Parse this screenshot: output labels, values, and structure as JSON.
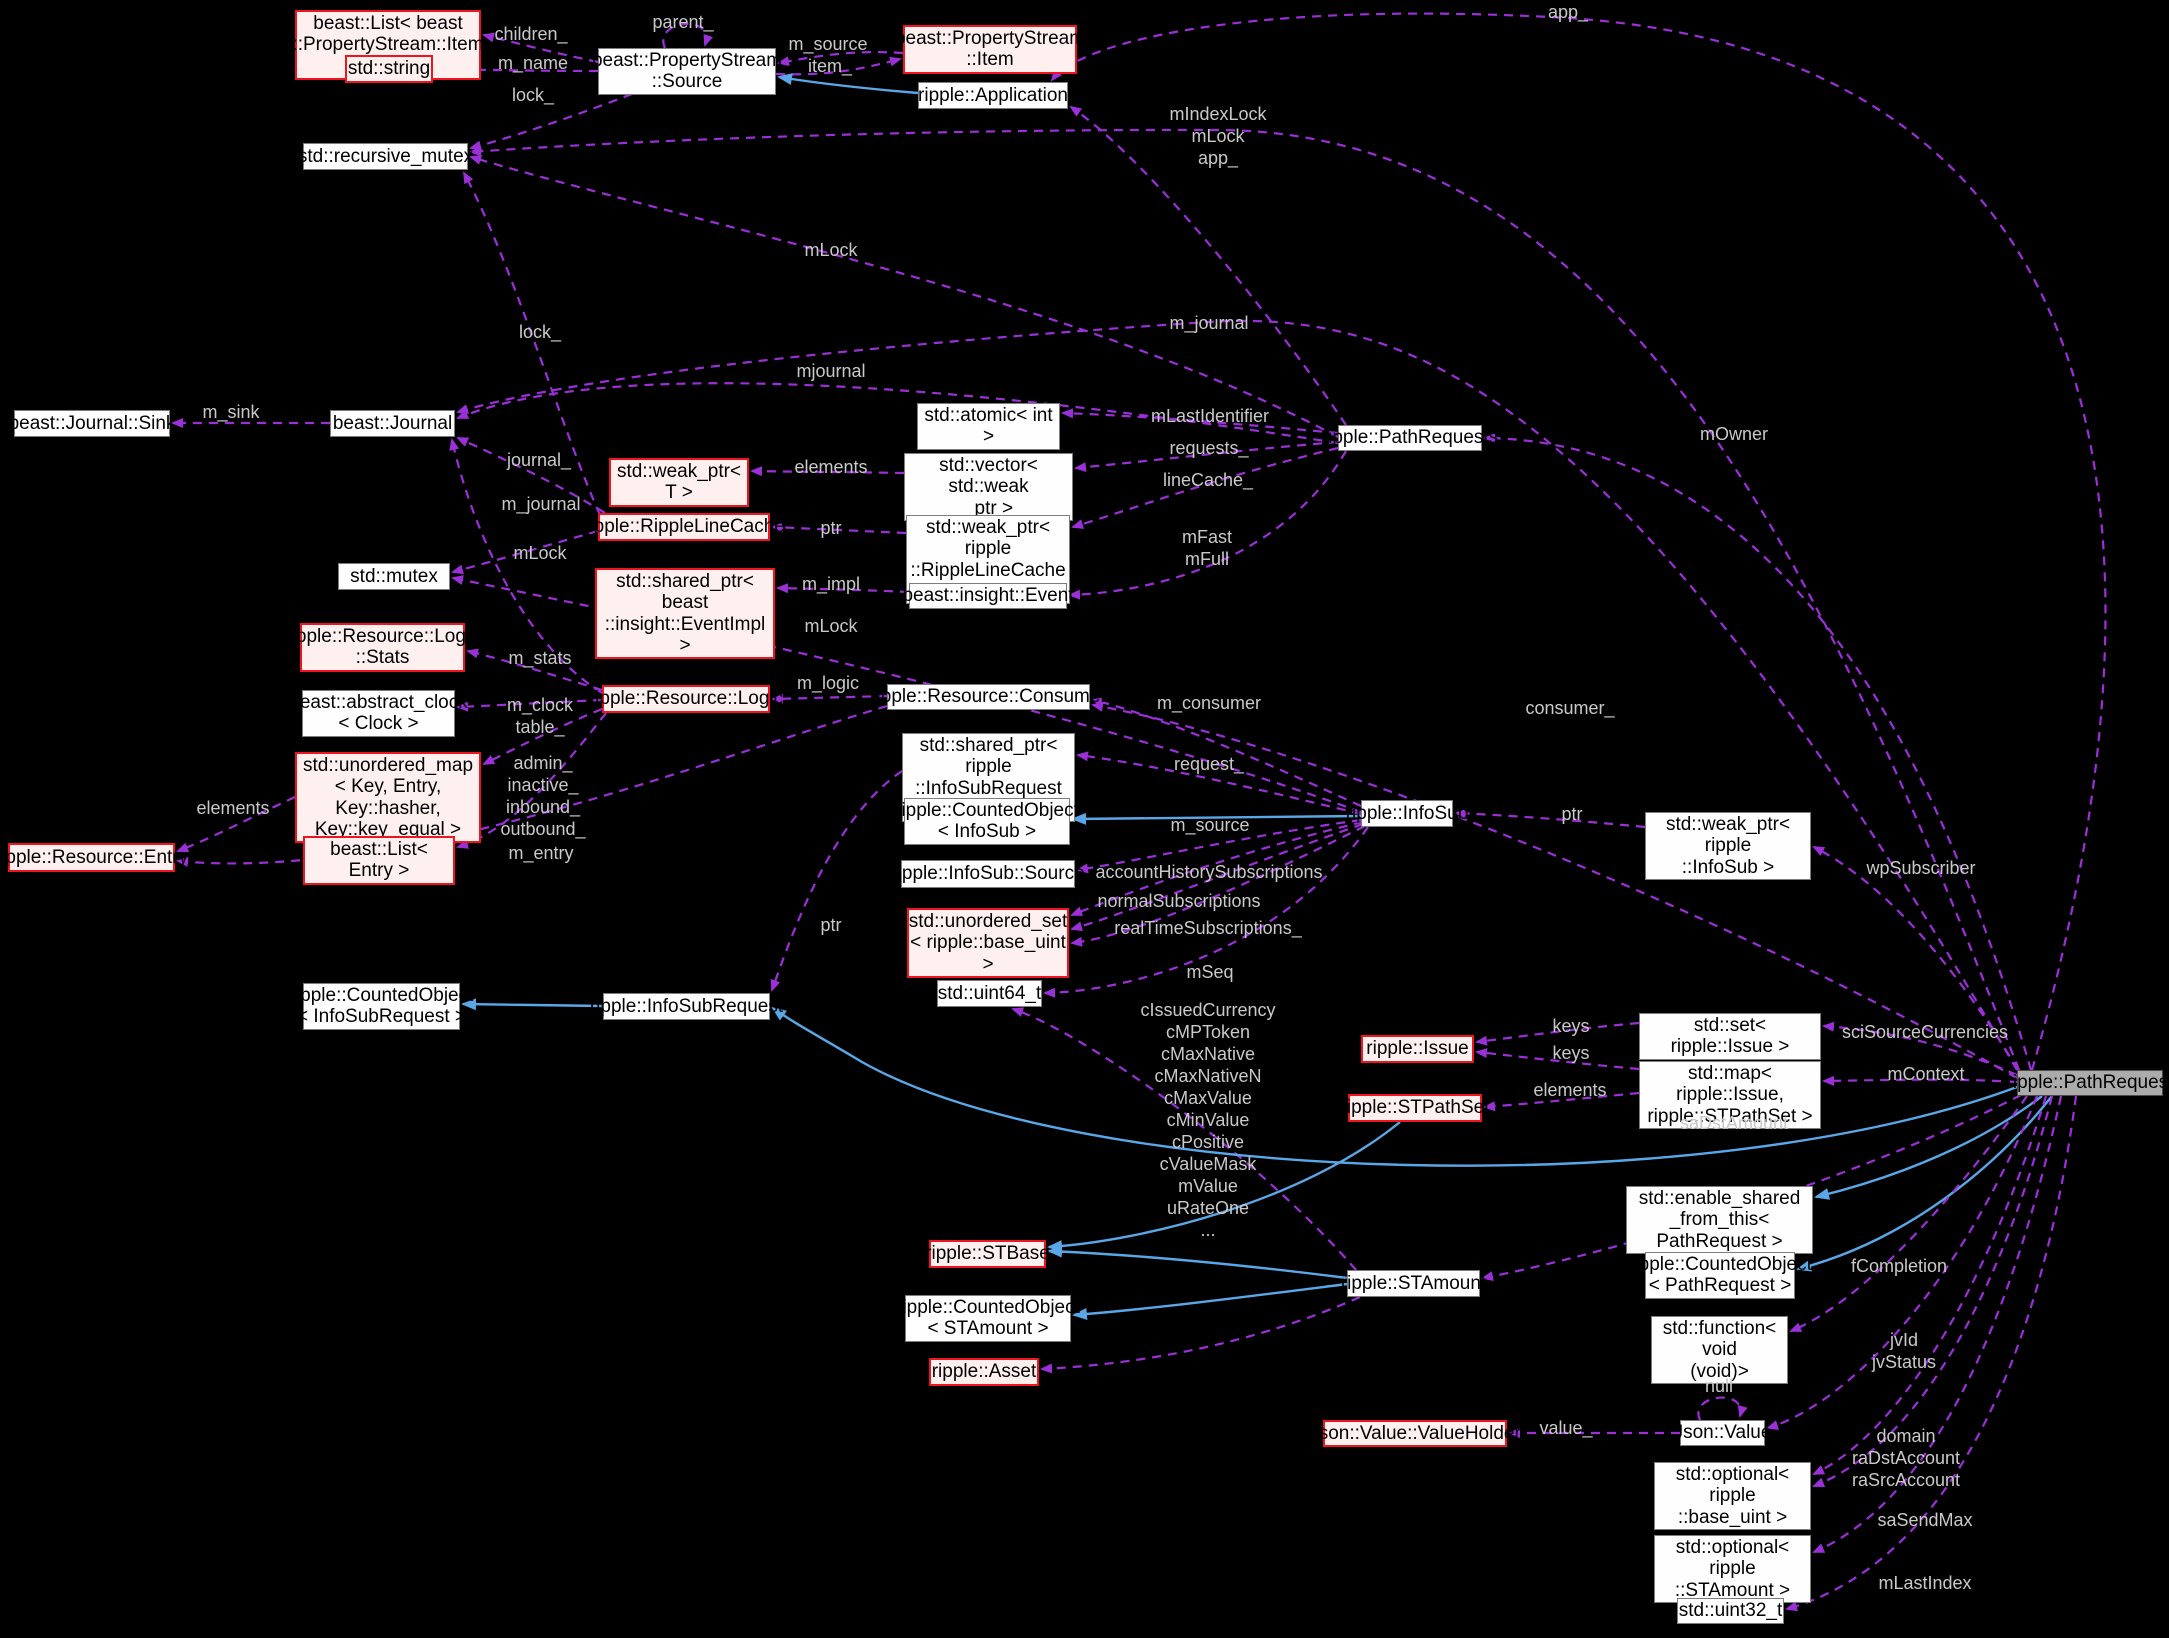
{
  "diagram": {
    "kind": "collaboration-graph",
    "highlighted_node": "ripple::PathRequest",
    "colors": {
      "background": "#000000",
      "edge_reference": "#9b30d9",
      "edge_inheritance": "#5aa7e8",
      "node_border": "#7d7d7d",
      "node_fill": "#fefefe",
      "template_border": "#f0141e",
      "template_fill": "#fdf0ef",
      "highlight_fill": "#ababab",
      "edge_label_color": "#c9c9c9"
    },
    "nodes": [
      {
        "id": "list_psitem",
        "label": "beast::List< beast\n::PropertyStream::Item >",
        "style": "template"
      },
      {
        "id": "std_string",
        "label": "std::string",
        "style": "template"
      },
      {
        "id": "ps_source",
        "label": "beast::PropertyStream\n::Source",
        "style": "plain"
      },
      {
        "id": "ps_item",
        "label": "beast::PropertyStream\n::Item",
        "style": "template"
      },
      {
        "id": "application",
        "label": "ripple::Application",
        "style": "plain"
      },
      {
        "id": "recursive_mutex",
        "label": "std::recursive_mutex",
        "style": "plain"
      },
      {
        "id": "journal_sink",
        "label": "beast::Journal::Sink",
        "style": "plain"
      },
      {
        "id": "journal",
        "label": "beast::Journal",
        "style": "plain"
      },
      {
        "id": "atomic_int",
        "label": "std::atomic< int >",
        "style": "plain"
      },
      {
        "id": "path_requests",
        "label": "ripple::PathRequests",
        "style": "plain"
      },
      {
        "id": "weak_ptr_t",
        "label": "std::weak_ptr< T >",
        "style": "template"
      },
      {
        "id": "vector_weak",
        "label": "std::vector< std::weak\n_ptr >",
        "style": "plain"
      },
      {
        "id": "line_cache",
        "label": "ripple::RippleLineCache",
        "style": "template"
      },
      {
        "id": "weak_ptr_rlc",
        "label": "std::weak_ptr< ripple\n::RippleLineCache >",
        "style": "plain"
      },
      {
        "id": "std_mutex",
        "label": "std::mutex",
        "style": "plain"
      },
      {
        "id": "shared_eventimpl",
        "label": "std::shared_ptr< beast\n::insight::EventImpl >",
        "style": "template"
      },
      {
        "id": "insight_event",
        "label": "beast::insight::Event",
        "style": "plain"
      },
      {
        "id": "logic_stats",
        "label": "ripple::Resource::Logic\n::Stats",
        "style": "template"
      },
      {
        "id": "abstract_clock",
        "label": "beast::abstract_clock\n< Clock >",
        "style": "plain"
      },
      {
        "id": "resource_logic",
        "label": "ripple::Resource::Logic",
        "style": "template"
      },
      {
        "id": "consumer",
        "label": "ripple::Resource::Consumer",
        "style": "plain"
      },
      {
        "id": "shared_isr",
        "label": "std::shared_ptr< ripple\n::InfoSubRequest >",
        "style": "plain"
      },
      {
        "id": "unordered_map",
        "label": "std::unordered_map\n< Key, Entry, Key::hasher,\nKey::key_equal >",
        "style": "template"
      },
      {
        "id": "counted_infosub",
        "label": "ripple::CountedObject\n< InfoSub >",
        "style": "plain"
      },
      {
        "id": "infosub",
        "label": "ripple::InfoSub",
        "style": "plain"
      },
      {
        "id": "weak_infosub",
        "label": "std::weak_ptr< ripple\n::InfoSub >",
        "style": "plain"
      },
      {
        "id": "resource_entry",
        "label": "ripple::Resource::Entry",
        "style": "template"
      },
      {
        "id": "list_entry",
        "label": "beast::List< Entry >",
        "style": "template"
      },
      {
        "id": "infosub_source",
        "label": "ripple::InfoSub::Source",
        "style": "plain"
      },
      {
        "id": "unordered_set",
        "label": "std::unordered_set\n< ripple::base_uint >",
        "style": "template"
      },
      {
        "id": "counted_isr",
        "label": "ripple::CountedObject\n< InfoSubRequest >",
        "style": "plain"
      },
      {
        "id": "infosubrequest",
        "label": "ripple::InfoSubRequest",
        "style": "plain"
      },
      {
        "id": "uint64",
        "label": "std::uint64_t",
        "style": "plain"
      },
      {
        "id": "issue",
        "label": "ripple::Issue",
        "style": "template"
      },
      {
        "id": "set_issue",
        "label": "std::set< ripple::Issue >",
        "style": "plain"
      },
      {
        "id": "map_issue",
        "label": "std::map< ripple::Issue,\nripple::STPathSet >",
        "style": "plain"
      },
      {
        "id": "stpathset",
        "label": "ripple::STPathSet",
        "style": "template"
      },
      {
        "id": "pathrequest",
        "label": "ripple::PathRequest",
        "style": "highlight"
      },
      {
        "id": "enable_shared",
        "label": "std::enable_shared\n_from_this< PathRequest >",
        "style": "plain"
      },
      {
        "id": "counted_pr",
        "label": "ripple::CountedObject\n< PathRequest >",
        "style": "plain"
      },
      {
        "id": "stbase",
        "label": "ripple::STBase",
        "style": "template"
      },
      {
        "id": "stamount",
        "label": "ripple::STAmount",
        "style": "plain"
      },
      {
        "id": "counted_stamount",
        "label": "ripple::CountedObject\n< STAmount >",
        "style": "plain"
      },
      {
        "id": "function_void",
        "label": "std::function< void\n(void)>",
        "style": "plain"
      },
      {
        "id": "asset",
        "label": "ripple::Asset",
        "style": "template"
      },
      {
        "id": "valueholder",
        "label": "Json::Value::ValueHolder",
        "style": "template"
      },
      {
        "id": "json_value",
        "label": "Json::Value",
        "style": "plain"
      },
      {
        "id": "opt_baseuint",
        "label": "std::optional< ripple\n::base_uint >",
        "style": "plain"
      },
      {
        "id": "opt_stamount",
        "label": "std::optional< ripple\n::STAmount >",
        "style": "plain"
      },
      {
        "id": "uint32",
        "label": "std::uint32_t",
        "style": "plain"
      }
    ],
    "edge_labels": [
      {
        "id": "children_",
        "text": "children_"
      },
      {
        "id": "parent_",
        "text": "parent_"
      },
      {
        "id": "m_name",
        "text": "m_name"
      },
      {
        "id": "m_source_a",
        "text": "m_source"
      },
      {
        "id": "item_",
        "text": "item_"
      },
      {
        "id": "lock_a",
        "text": "lock_"
      },
      {
        "id": "app_top",
        "text": "app_"
      },
      {
        "id": "mIndexLock",
        "text": "mIndexLock\nmLock"
      },
      {
        "id": "app_b",
        "text": "app_"
      },
      {
        "id": "mLock_b",
        "text": "mLock"
      },
      {
        "id": "m_journal_b",
        "text": "m_journal"
      },
      {
        "id": "lock_c",
        "text": "lock_"
      },
      {
        "id": "mjournal",
        "text": "mjournal"
      },
      {
        "id": "m_sink",
        "text": "m_sink"
      },
      {
        "id": "journal_",
        "text": "journal_"
      },
      {
        "id": "m_journal_c",
        "text": "m_journal"
      },
      {
        "id": "mLock_c",
        "text": "mLock"
      },
      {
        "id": "mLastIdentifier",
        "text": "mLastIdentifier"
      },
      {
        "id": "requests_",
        "text": "requests_"
      },
      {
        "id": "elements_a",
        "text": "elements"
      },
      {
        "id": "lineCache_",
        "text": "lineCache_"
      },
      {
        "id": "ptr_a",
        "text": "ptr"
      },
      {
        "id": "mFastFull",
        "text": "mFast\nmFull"
      },
      {
        "id": "m_impl",
        "text": "m_impl"
      },
      {
        "id": "mLock_d",
        "text": "mLock"
      },
      {
        "id": "m_stats",
        "text": "m_stats"
      },
      {
        "id": "m_logic",
        "text": "m_logic"
      },
      {
        "id": "m_clock",
        "text": "m_clock"
      },
      {
        "id": "table_",
        "text": "table_"
      },
      {
        "id": "admin_block",
        "text": "admin_\ninactive_\ninbound_\noutbound_"
      },
      {
        "id": "elements_b",
        "text": "elements"
      },
      {
        "id": "m_entry",
        "text": "m_entry"
      },
      {
        "id": "m_consumer",
        "text": "m_consumer"
      },
      {
        "id": "consumer_",
        "text": "consumer_"
      },
      {
        "id": "mOwner",
        "text": "mOwner"
      },
      {
        "id": "request_",
        "text": "request_"
      },
      {
        "id": "m_source_b",
        "text": "m_source"
      },
      {
        "id": "accountHistory",
        "text": "accountHistorySubscriptions"
      },
      {
        "id": "normalSubs",
        "text": "normalSubscriptions"
      },
      {
        "id": "realTimeSubs",
        "text": "realTimeSubscriptions_"
      },
      {
        "id": "mSeq",
        "text": "mSeq"
      },
      {
        "id": "ptr_b",
        "text": "ptr"
      },
      {
        "id": "ptr_c",
        "text": "ptr"
      },
      {
        "id": "wpSubscriber",
        "text": "wpSubscriber"
      },
      {
        "id": "constants",
        "text": "cIssuedCurrency\ncMPToken\ncMaxNative\ncMaxNativeN\ncMaxValue\ncMinValue\ncPositive\ncValueMask\nmValue\nuRateOne\n..."
      },
      {
        "id": "keys_a",
        "text": "keys"
      },
      {
        "id": "keys_b",
        "text": "keys"
      },
      {
        "id": "elements_c",
        "text": "elements"
      },
      {
        "id": "sciSourceCurrencies",
        "text": "sciSourceCurrencies"
      },
      {
        "id": "mContext",
        "text": "mContext"
      },
      {
        "id": "saDstAmount",
        "text": "saDstAmount"
      },
      {
        "id": "fCompletion",
        "text": "fCompletion"
      },
      {
        "id": "jvIdStatus",
        "text": "jvId\njvStatus"
      },
      {
        "id": "null_loop",
        "text": "null"
      },
      {
        "id": "domainBlock",
        "text": "domain\nraDstAccount\nraSrcAccount"
      },
      {
        "id": "value_",
        "text": "value_"
      },
      {
        "id": "saSendMax",
        "text": "saSendMax"
      },
      {
        "id": "mLastIndex",
        "text": "mLastIndex"
      }
    ]
  }
}
